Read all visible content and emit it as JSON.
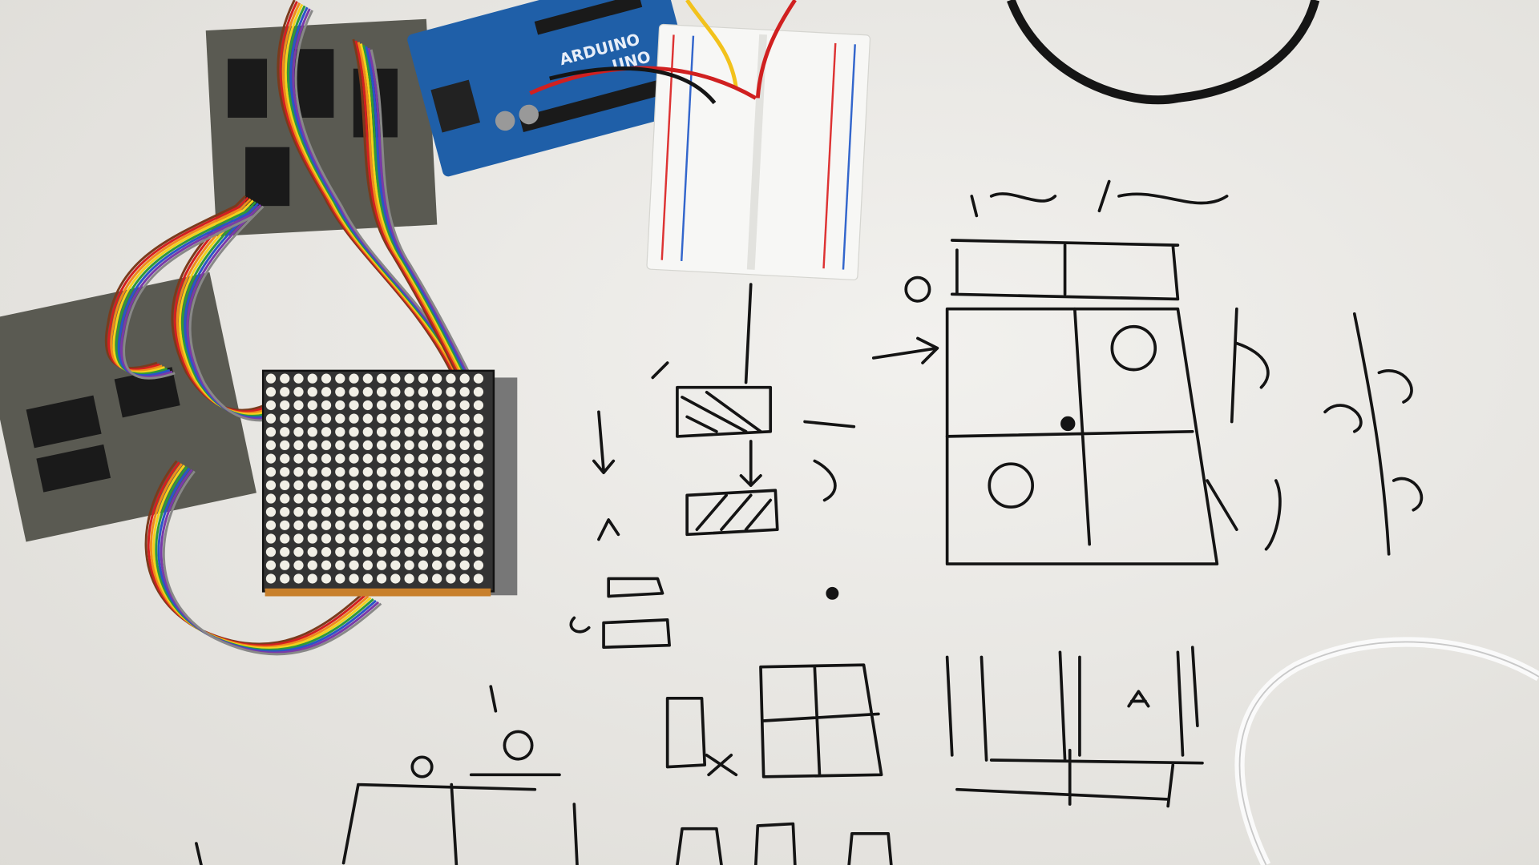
{
  "scene": {
    "arduino": {
      "brand": "ARDUINO",
      "model": "UNO",
      "color": "#1f5fa8"
    },
    "led_matrix": {
      "rows": 16,
      "cols": 16,
      "color": "#3a3a3a"
    },
    "whiteboard_color": "#ecebe7",
    "ribbon_colors": [
      "#7a3b1c",
      "#d32020",
      "#f08a1c",
      "#f2d21c",
      "#2e9a3a",
      "#2a55c8",
      "#7a3aa8",
      "#888888"
    ]
  }
}
